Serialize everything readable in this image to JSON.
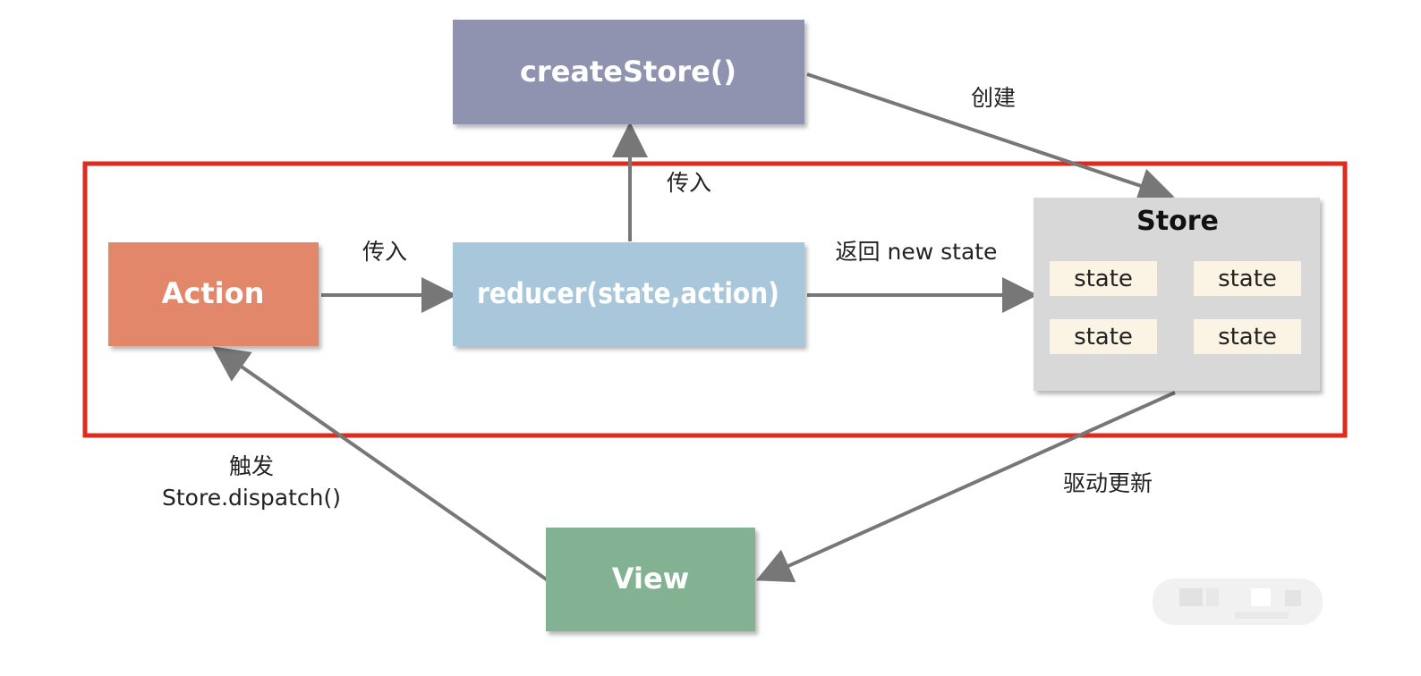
{
  "nodes": {
    "create_store": "createStore()",
    "action": "Action",
    "reducer": "reducer(state,action)",
    "store": "Store",
    "view": "View",
    "states": [
      "state",
      "state",
      "state",
      "state"
    ]
  },
  "edges": {
    "create": "创建",
    "pass_in_top": "传入",
    "pass_in_left": "传入",
    "return_state": "返回 new state",
    "trigger_line1": "触发",
    "trigger_line2": "Store.dispatch()",
    "drive_update": "驱动更新"
  },
  "colors": {
    "create_store": "#8f93b0",
    "action": "#e2876a",
    "reducer": "#a8c7da",
    "store": "#d8d8d8",
    "state_cell": "#fbf4e4",
    "view": "#82b292",
    "highlight_border": "#e02a1e",
    "arrow": "#777777"
  }
}
